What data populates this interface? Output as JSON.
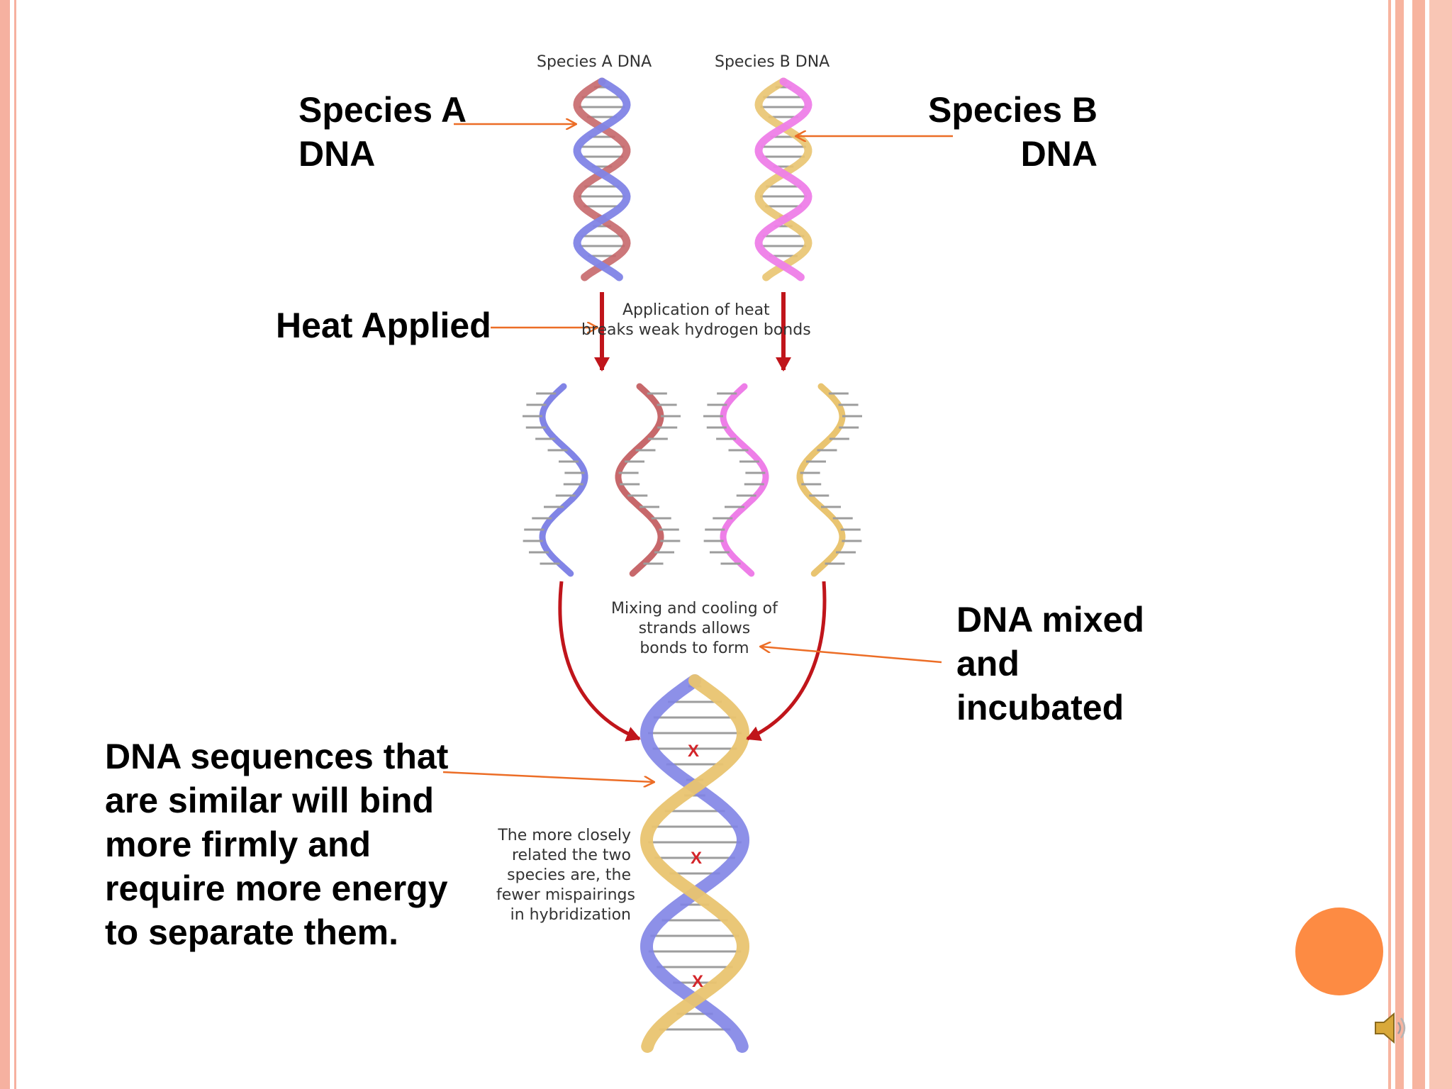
{
  "labels": {
    "species_a": [
      "Species A",
      "DNA"
    ],
    "species_b": [
      "Species B",
      "DNA"
    ],
    "heat": "Heat Applied",
    "mixed": [
      "DNA mixed",
      "and",
      "incubated"
    ],
    "similar": [
      "DNA sequences that",
      "are similar will bind",
      "more firmly and",
      "require more energy",
      "to separate them."
    ]
  },
  "captions": {
    "species_a_dna": "Species A DNA",
    "species_b_dna": "Species B DNA",
    "heat": [
      "Application of heat",
      "breaks weak hydrogen bonds"
    ],
    "mixing": [
      "Mixing and cooling of",
      "strands allows",
      "bonds to form"
    ],
    "related": [
      "The more closely",
      "related the two",
      "species are, the",
      "fewer mispairings",
      "in hybridization"
    ]
  },
  "mismatch_marks": [
    "X",
    "X",
    "X"
  ],
  "colors": {
    "border_left": "#f6b1a0",
    "border_right": "#f7b49f",
    "accent_circle": "#fd8b43",
    "pointer_arrow": "#ec6d26",
    "process_arrow": "#c0151b",
    "strand_blue": "#8184e6",
    "strand_red": "#c7686b",
    "strand_pink": "#ee7ee8",
    "strand_gold": "#e9c470",
    "base_pair": "#9d9d9d",
    "mismatch": "#d4252a"
  },
  "icons": {
    "accent": "orange-circle-icon",
    "audio": "speaker-icon"
  }
}
